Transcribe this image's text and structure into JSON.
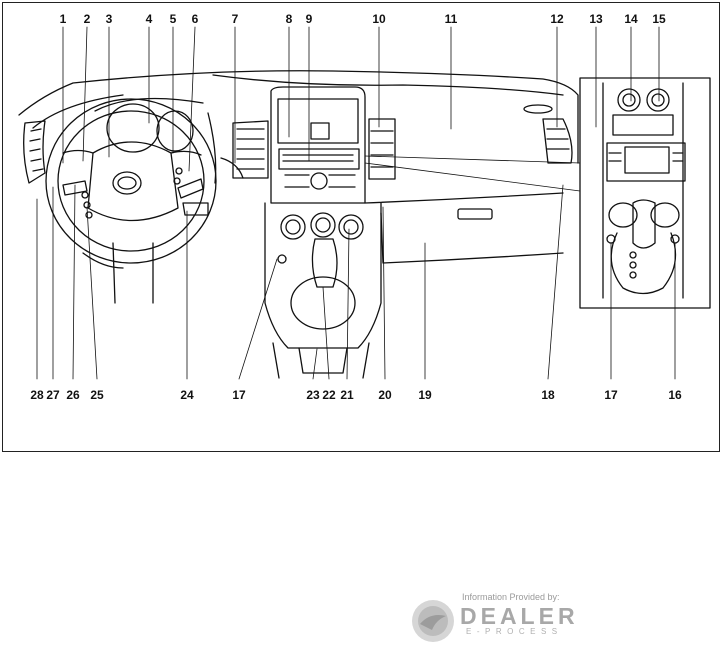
{
  "diagram": {
    "callouts_top": [
      "1",
      "2",
      "3",
      "4",
      "5",
      "6",
      "7",
      "8",
      "9",
      "10",
      "11",
      "12",
      "13",
      "14",
      "15"
    ],
    "callouts_bottom": [
      "28",
      "27",
      "26",
      "25",
      "24",
      "17",
      "23",
      "22",
      "21",
      "20",
      "19",
      "18",
      "17",
      "16"
    ]
  },
  "watermark": {
    "caption": "Information Provided by:",
    "brand": "DEALER",
    "sub": "E-PROCESS"
  }
}
